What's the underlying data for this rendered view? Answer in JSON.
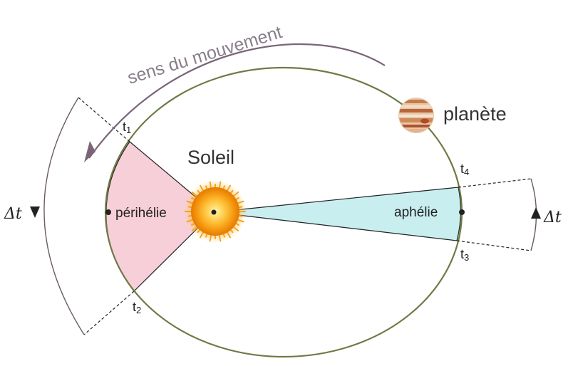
{
  "motion_label": "sens du mouvement",
  "planet_label": "planète",
  "sun_label": "Soleil",
  "perihelion_label": "périhélie",
  "aphelion_label": "aphélie",
  "time_labels": {
    "t1": {
      "base": "t",
      "sub": "1"
    },
    "t2": {
      "base": "t",
      "sub": "2"
    },
    "t3": {
      "base": "t",
      "sub": "3"
    },
    "t4": {
      "base": "t",
      "sub": "4"
    }
  },
  "delta_left": "Δt",
  "delta_right": "Δt",
  "colors": {
    "orbit": "#6f7a45",
    "perihelion_sector": "#f7cfd9",
    "aphelion_sector": "#c9eef0",
    "motion_arrow": "#7a6578",
    "interval_arc": "#6b5b6a",
    "ink": "#222222",
    "text": "#333333"
  }
}
